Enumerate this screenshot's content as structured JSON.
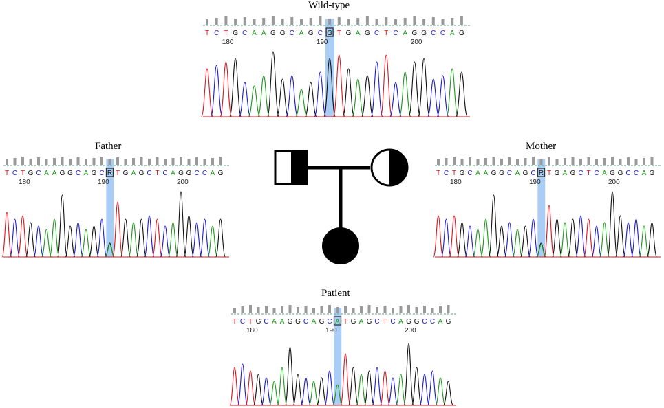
{
  "figure": {
    "pedigree": {
      "father": "heterozygous-carrier",
      "mother": "heterozygous-carrier",
      "child": "affected",
      "fill_color": "#000000"
    },
    "panels": [
      {
        "id": "wild-type",
        "title": "Wild-type",
        "sequence": [
          "T",
          "C",
          "T",
          "G",
          "C",
          "A",
          "A",
          "G",
          "G",
          "C",
          "A",
          "G",
          "C",
          "G",
          "T",
          "G",
          "A",
          "G",
          "C",
          "T",
          "C",
          "A",
          "G",
          "G",
          "C",
          "C",
          "A",
          "G"
        ],
        "highlight_base": "G",
        "highlight_index": 13,
        "position_labels": [
          "180",
          "190",
          "200"
        ],
        "position_label_indices": [
          2,
          12,
          22
        ],
        "peak_heights": [
          0.7,
          0.75,
          0.8,
          0.85,
          0.5,
          0.45,
          0.6,
          0.95,
          0.55,
          0.6,
          0.4,
          0.5,
          0.65,
          0.85,
          0.9,
          0.7,
          0.55,
          0.6,
          0.8,
          0.9,
          0.5,
          0.65,
          0.8,
          0.85,
          0.55,
          0.6,
          0.7,
          0.65
        ]
      },
      {
        "id": "father",
        "title": "Father",
        "sequence": [
          "T",
          "C",
          "T",
          "G",
          "C",
          "A",
          "A",
          "G",
          "G",
          "C",
          "A",
          "G",
          "C",
          "R",
          "T",
          "G",
          "A",
          "G",
          "C",
          "T",
          "C",
          "A",
          "G",
          "G",
          "C",
          "C",
          "A",
          "G"
        ],
        "highlight_base": "R",
        "highlight_index": 13,
        "position_labels": [
          "180",
          "190",
          "200"
        ],
        "position_label_indices": [
          2,
          12,
          22
        ],
        "peak_heights": [
          0.65,
          0.55,
          0.6,
          0.5,
          0.45,
          0.4,
          0.55,
          0.9,
          0.45,
          0.5,
          0.4,
          0.45,
          0.55,
          0.2,
          0.8,
          0.55,
          0.5,
          0.55,
          0.6,
          0.55,
          0.45,
          0.5,
          0.95,
          0.6,
          0.5,
          0.55,
          0.45,
          0.55
        ]
      },
      {
        "id": "mother",
        "title": "Mother",
        "sequence": [
          "T",
          "C",
          "T",
          "G",
          "C",
          "A",
          "A",
          "G",
          "G",
          "C",
          "A",
          "G",
          "C",
          "R",
          "T",
          "G",
          "A",
          "G",
          "C",
          "T",
          "C",
          "A",
          "G",
          "G",
          "C",
          "C",
          "A",
          "G"
        ],
        "highlight_base": "R",
        "highlight_index": 13,
        "position_labels": [
          "180",
          "190",
          "200"
        ],
        "position_label_indices": [
          2,
          12,
          22
        ],
        "peak_heights": [
          0.6,
          0.55,
          0.6,
          0.5,
          0.45,
          0.4,
          0.55,
          0.9,
          0.45,
          0.5,
          0.4,
          0.45,
          0.55,
          0.2,
          0.75,
          0.55,
          0.5,
          0.55,
          0.6,
          0.55,
          0.45,
          0.5,
          0.95,
          0.6,
          0.5,
          0.55,
          0.45,
          0.5
        ]
      },
      {
        "id": "patient",
        "title": "Patient",
        "sequence": [
          "T",
          "C",
          "T",
          "G",
          "C",
          "A",
          "A",
          "G",
          "G",
          "C",
          "A",
          "G",
          "C",
          "A",
          "T",
          "G",
          "A",
          "G",
          "C",
          "T",
          "C",
          "A",
          "G",
          "G",
          "C",
          "C",
          "A",
          "G"
        ],
        "highlight_base": "A",
        "highlight_index": 13,
        "position_labels": [
          "180",
          "190",
          "200"
        ],
        "position_label_indices": [
          2,
          12,
          22
        ],
        "peak_heights": [
          0.55,
          0.6,
          0.5,
          0.45,
          0.4,
          0.35,
          0.55,
          0.85,
          0.45,
          0.4,
          0.35,
          0.4,
          0.5,
          0.3,
          0.75,
          0.55,
          0.45,
          0.5,
          0.55,
          0.5,
          0.4,
          0.45,
          0.9,
          0.55,
          0.45,
          0.5,
          0.4,
          0.35
        ]
      }
    ],
    "base_colors": {
      "A": "#1a9a1a",
      "C": "#1c1cd6",
      "G": "#111111",
      "T": "#e0141e",
      "R": "#111111"
    },
    "highlight_color": "#a9cdf5",
    "dashed_line_color": "#7fb2a8",
    "quality_bar_color": "#9a9a9a"
  }
}
